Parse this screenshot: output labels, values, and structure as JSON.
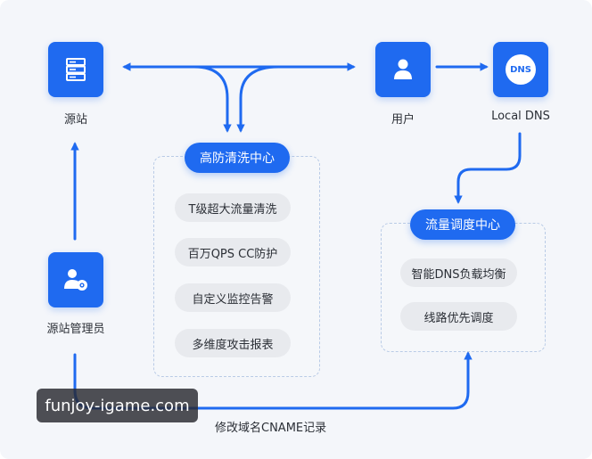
{
  "nodes": {
    "origin": {
      "label": "源站",
      "icon": "server-icon"
    },
    "user": {
      "label": "用户",
      "icon": "user-icon"
    },
    "local_dns": {
      "label": "Local DNS",
      "icon": "dns-icon",
      "icon_text": "DNS"
    },
    "admin": {
      "label": "源站管理员",
      "icon": "admin-user-gear-icon"
    }
  },
  "scrubbing_center": {
    "title": "高防清洗中心",
    "features": [
      "T级超大流量清洗",
      "百万QPS CC防护",
      "自定义监控告警",
      "多维度攻击报表"
    ]
  },
  "traffic_scheduling": {
    "title": "流量调度中心",
    "features": [
      "智能DNS负载均衡",
      "线路优先调度"
    ]
  },
  "edge_label": "修改域名CNAME记录",
  "watermark": "funjoy-igame.com",
  "colors": {
    "accent": "#1f6af0",
    "background": "#f4f6fa",
    "feature_bg": "#e8eaee"
  }
}
